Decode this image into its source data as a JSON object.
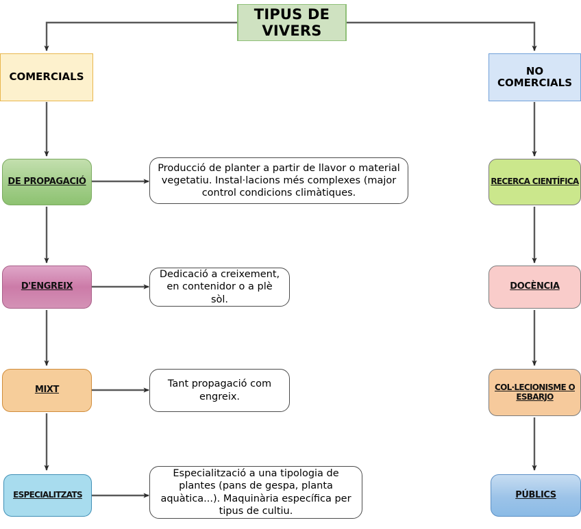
{
  "diagram": {
    "title": "TIPUS DE\nVIVERS",
    "columns": {
      "left": {
        "header": "COMERCIALS"
      },
      "right": {
        "header": "NO\nCOMERCIALS"
      }
    },
    "left_nodes": [
      {
        "label": "DE PROPAGACIÓ",
        "description": "Producció de planter a partir de llavor o material vegetatiu. Instal·lacions més complexes (major control condicions climàtiques."
      },
      {
        "label": "D'ENGREIX",
        "description": "Dedicació a creixement,\nen contenidor o a plè sòl."
      },
      {
        "label": "MIXT",
        "description": "Tant propagació com\nengreix."
      },
      {
        "label": "ESPECIALITZATS",
        "description": "Especialització a una tipologia de plantes (pans de gespa, planta aquàtica...). Maquinària específica per tipus de cultiu."
      }
    ],
    "right_nodes": [
      {
        "label": "RECERCA CIENTÍFICA"
      },
      {
        "label": "DOCÈNCIA"
      },
      {
        "label": "COL·LECIONISME O\nESBARJO"
      },
      {
        "label": "PÚBLICS"
      }
    ],
    "colors": {
      "title_fill": "#cfe2c1",
      "comercials_fill": "#fdf1cd",
      "no_comercials_fill": "#d6e5f7",
      "propagacio_fill": "#a9d191",
      "engreix_fill": "#cc7ba8",
      "mixt_fill": "#f6cd9a",
      "especialitzats_fill": "#a8dcee",
      "recerca_fill": "#cbe78c",
      "docencia_fill": "#f9ccca",
      "colleccionisme_fill": "#f6ca9c",
      "publics_fill": "#9cc3e8",
      "connector": "#595959"
    }
  }
}
